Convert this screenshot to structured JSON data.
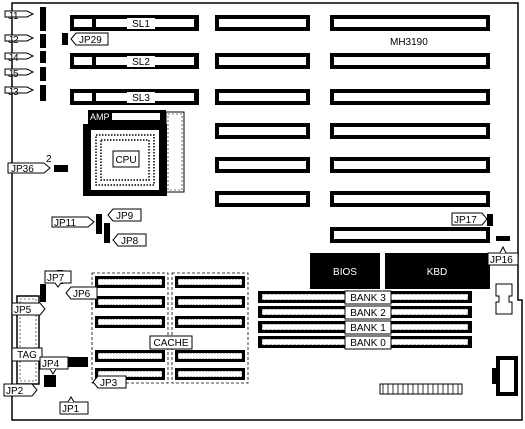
{
  "board": {
    "model": "MH3190",
    "slots": [
      "SL1",
      "SL2",
      "SL3"
    ],
    "cpu": {
      "label": "CPU",
      "socket_label": "AMP"
    },
    "chips": {
      "bios": "BIOS",
      "keyboard": "KBD"
    },
    "cache": {
      "label": "CACHE",
      "tag_label": "TAG"
    },
    "memory_banks": [
      "BANK 3",
      "BANK 2",
      "BANK 1",
      "BANK 0"
    ],
    "jp36_pin_label": "2",
    "jumpers": [
      "J1",
      "J2",
      "JP29",
      "J4",
      "J5",
      "J3",
      "JP36",
      "JP11",
      "JP9",
      "JP8",
      "JP17",
      "JP16",
      "JP7",
      "JP6",
      "JP5",
      "JP4",
      "JP2",
      "JP1",
      "JP3"
    ]
  }
}
